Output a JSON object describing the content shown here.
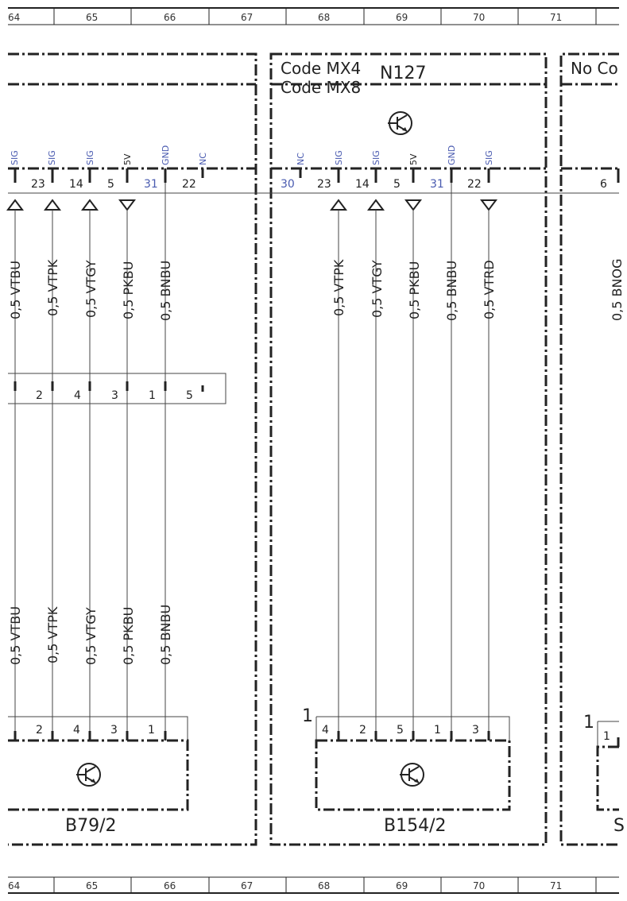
{
  "ruler": {
    "numbers": [
      "64",
      "65",
      "66",
      "67",
      "68",
      "69",
      "70",
      "71"
    ]
  },
  "blocks": {
    "left_block": {
      "pins": [
        "23",
        "14",
        "5",
        "31",
        "22"
      ],
      "sig_labels": [
        "SIG",
        "SIG",
        "SIG",
        "5V",
        "GND",
        "NC"
      ]
    },
    "n127": {
      "title": "N127",
      "codes": [
        "Code MX4",
        "Code MX8"
      ],
      "pins": [
        "30",
        "23",
        "14",
        "5",
        "31",
        "22"
      ],
      "sig_labels": [
        "NC",
        "SIG",
        "SIG",
        "5V",
        "GND",
        "SIG"
      ]
    },
    "right_block": {
      "title": "No Co",
      "pin": "6"
    }
  },
  "wires_left": {
    "upper": [
      "0,5 VTBU",
      "0,5 VTPK",
      "0,5 VTGY",
      "0,5 PKBU",
      "0,5 BNBU"
    ],
    "lower": [
      "0,5 VTBU",
      "0,5 VTPK",
      "0,5 VTGY",
      "0,5 PKBU",
      "0,5 BNBU"
    ]
  },
  "wires_mid": [
    "0,5 VTPK",
    "0,5 VTGY",
    "0,5 PKBU",
    "0,5 BNBU",
    "0,5 VTRD"
  ],
  "wire_right_partial": "0,5 BNOG",
  "mid_connector_left": {
    "pins": [
      "2",
      "4",
      "3",
      "1",
      "5"
    ]
  },
  "component_b79": {
    "label": "B79/2",
    "pins": [
      "2",
      "4",
      "3",
      "1"
    ]
  },
  "component_b154": {
    "label": "B154/2",
    "corner": "1",
    "pins": [
      "4",
      "2",
      "5",
      "1",
      "3"
    ]
  },
  "component_s": {
    "label": "S",
    "corner": "1",
    "pin": "1"
  }
}
